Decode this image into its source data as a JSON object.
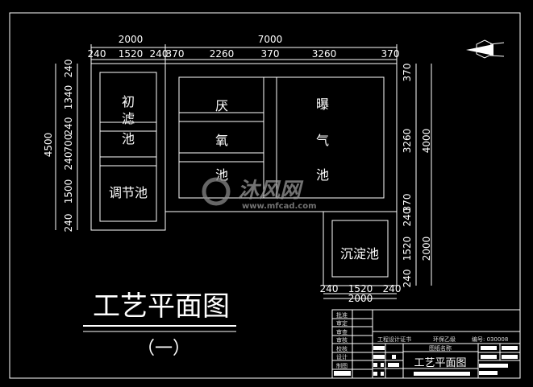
{
  "dims_top": {
    "total_left": "2000",
    "total_right": "7000",
    "d1": "240",
    "d2": "1520",
    "d3": "240",
    "d4": "370",
    "d5": "2260",
    "d6": "370",
    "d7": "3260",
    "d8": "370"
  },
  "dims_left": {
    "total": "4500",
    "d1": "240",
    "d2": "1340",
    "d3": "240",
    "d4": "700",
    "d5": "240",
    "d6": "1500",
    "d7": "240"
  },
  "dims_right": {
    "d1": "370",
    "d2": "3260",
    "d3": "370",
    "d4": "240",
    "d5": "1520",
    "d6": "240",
    "total1": "4000",
    "total2": "2000"
  },
  "dims_bottom": {
    "d1": "240",
    "d2": "1520",
    "d3": "240",
    "total": "2000"
  },
  "tanks": {
    "primary_filter": [
      "初",
      "滤",
      "池"
    ],
    "regulating": "调节池",
    "anaerobic": [
      "厌",
      "氧",
      "池"
    ],
    "aeration": [
      "曝",
      "气",
      "池"
    ],
    "sedimentation": "沉淀池"
  },
  "title": "工艺平面图",
  "subtitle": "（一）",
  "watermark": {
    "brand": "沐风网",
    "url": "www.mfcad.com"
  },
  "title_block": {
    "roles": [
      "批准",
      "审定",
      "审查",
      "审核",
      "校核",
      "设计",
      "制图"
    ],
    "certificate": "工程设计证书",
    "grade": "环保乙级",
    "number": "编号: 030008",
    "drawing_name_label": "图纸名称",
    "drawing_name": "工艺平面图"
  }
}
